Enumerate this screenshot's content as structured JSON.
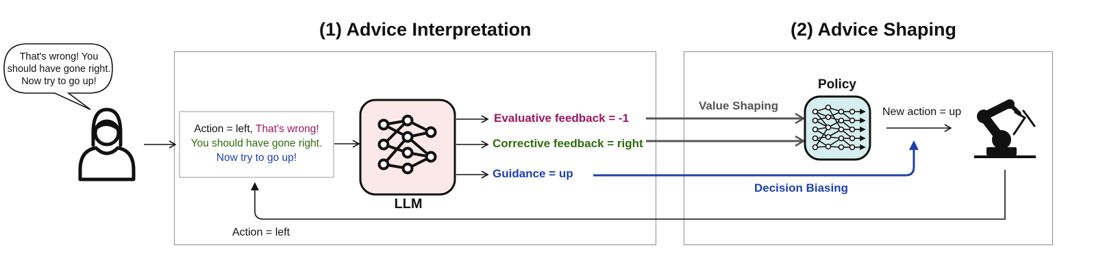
{
  "titles": {
    "interpretation": "(1) Advice Interpretation",
    "shaping": "(2) Advice Shaping"
  },
  "speech_bubble": {
    "line1": "That's wrong! You",
    "line2": "should have gone right.",
    "line3": "Now try to go up!"
  },
  "advice_box": {
    "action_prefix": "Action = left, ",
    "evaluative": "That's wrong!",
    "corrective": "You should have gone right.",
    "guidance": "Now try to go up!"
  },
  "llm_label": "LLM",
  "outputs": {
    "evaluative": "Evaluative feedback = -1",
    "corrective": "Corrective feedback =  right",
    "guidance": "Guidance =  up"
  },
  "policy_label": "Policy",
  "value_shaping": "Value Shaping",
  "decision_biasing": "Decision Biasing",
  "new_action": "New action = up",
  "action_left": "Action = left",
  "colors": {
    "evaluative": "#a0155e",
    "corrective": "#2e6b0c",
    "guidance": "#1f3fb0",
    "llm_bg": "#fbe9e9",
    "policy_bg": "#d6eeee",
    "gray_arrow": "#555555"
  },
  "icons": {
    "person": "person-icon",
    "llm": "neural-network-icon",
    "policy": "neural-network-icon",
    "robot": "robot-arm-icon"
  }
}
